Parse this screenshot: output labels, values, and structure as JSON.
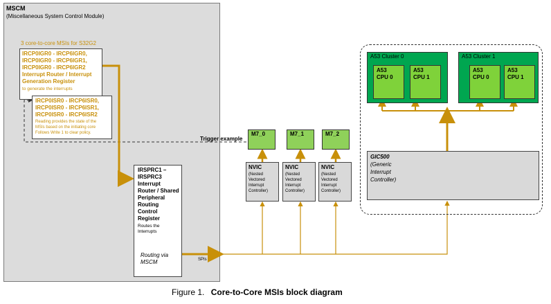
{
  "mscm": {
    "title": "MSCM",
    "subtitle": "(Miscellaneous System Control Module)",
    "msi_caption": "3 core-to-core MSIs for S32G2",
    "igr_box": {
      "lines": [
        "IRCP0IGR0 - IRCP6IGR0,",
        "IRCP0IGR0 - IRCP6IGR1,",
        "IRCP0IGR0 - IRCP6IGR2",
        "Interrupt Router / Interrupt",
        "Generation Register"
      ],
      "desc": "to generate the interrupts"
    },
    "isr_box": {
      "lines": [
        "IRCP0ISR0 - IRCP6ISR0,",
        "IRCP0ISR0 - IRCP6ISR1,",
        "IRCP0ISR0 - IRCP6ISR2"
      ],
      "desc": [
        "Reading provides the state of the",
        "MSIs based on the initiating core",
        "Follows  Write 1 to clear policy."
      ]
    },
    "irsprc_box": {
      "lines": [
        "IRSPRC1 –",
        "IRSPRC3",
        "Interrupt",
        "Router / Shared",
        "Peripheral",
        "Routing",
        "Control",
        "Register"
      ],
      "desc": [
        "Routes the",
        "Interrupts"
      ]
    },
    "routing_label": [
      "Routing via",
      "MSCM"
    ]
  },
  "spis_label": "SPIs",
  "trigger_label": "Trigger example",
  "m7_cores": [
    "M7_0",
    "M7_1",
    "M7_2"
  ],
  "nvic": {
    "title": "NVIC",
    "desc": [
      "(Nested",
      "Vectored",
      "Interrupt",
      "Controller)"
    ]
  },
  "a53": {
    "clusters": [
      {
        "title": "A53 Cluster 0",
        "cpus": [
          [
            "A53",
            "CPU 0"
          ],
          [
            "A53",
            "CPU 1"
          ]
        ]
      },
      {
        "title": "A53 Cluster 1",
        "cpus": [
          [
            "A53",
            "CPU 0"
          ],
          [
            "A53",
            "CPU 1"
          ]
        ]
      }
    ]
  },
  "gic": {
    "title": "GIC500",
    "desc": [
      "(Generic",
      "Interrupt",
      "Controller)"
    ]
  },
  "caption": {
    "prefix": "Figure 1.",
    "title": "Core-to-Core MSIs block diagram"
  },
  "colors": {
    "gold": "#c8900a",
    "cluster_green": "#00a650",
    "cpu_green": "#7fd23a",
    "m7_green": "#8fd15a",
    "gray": "#d9d9d9"
  }
}
